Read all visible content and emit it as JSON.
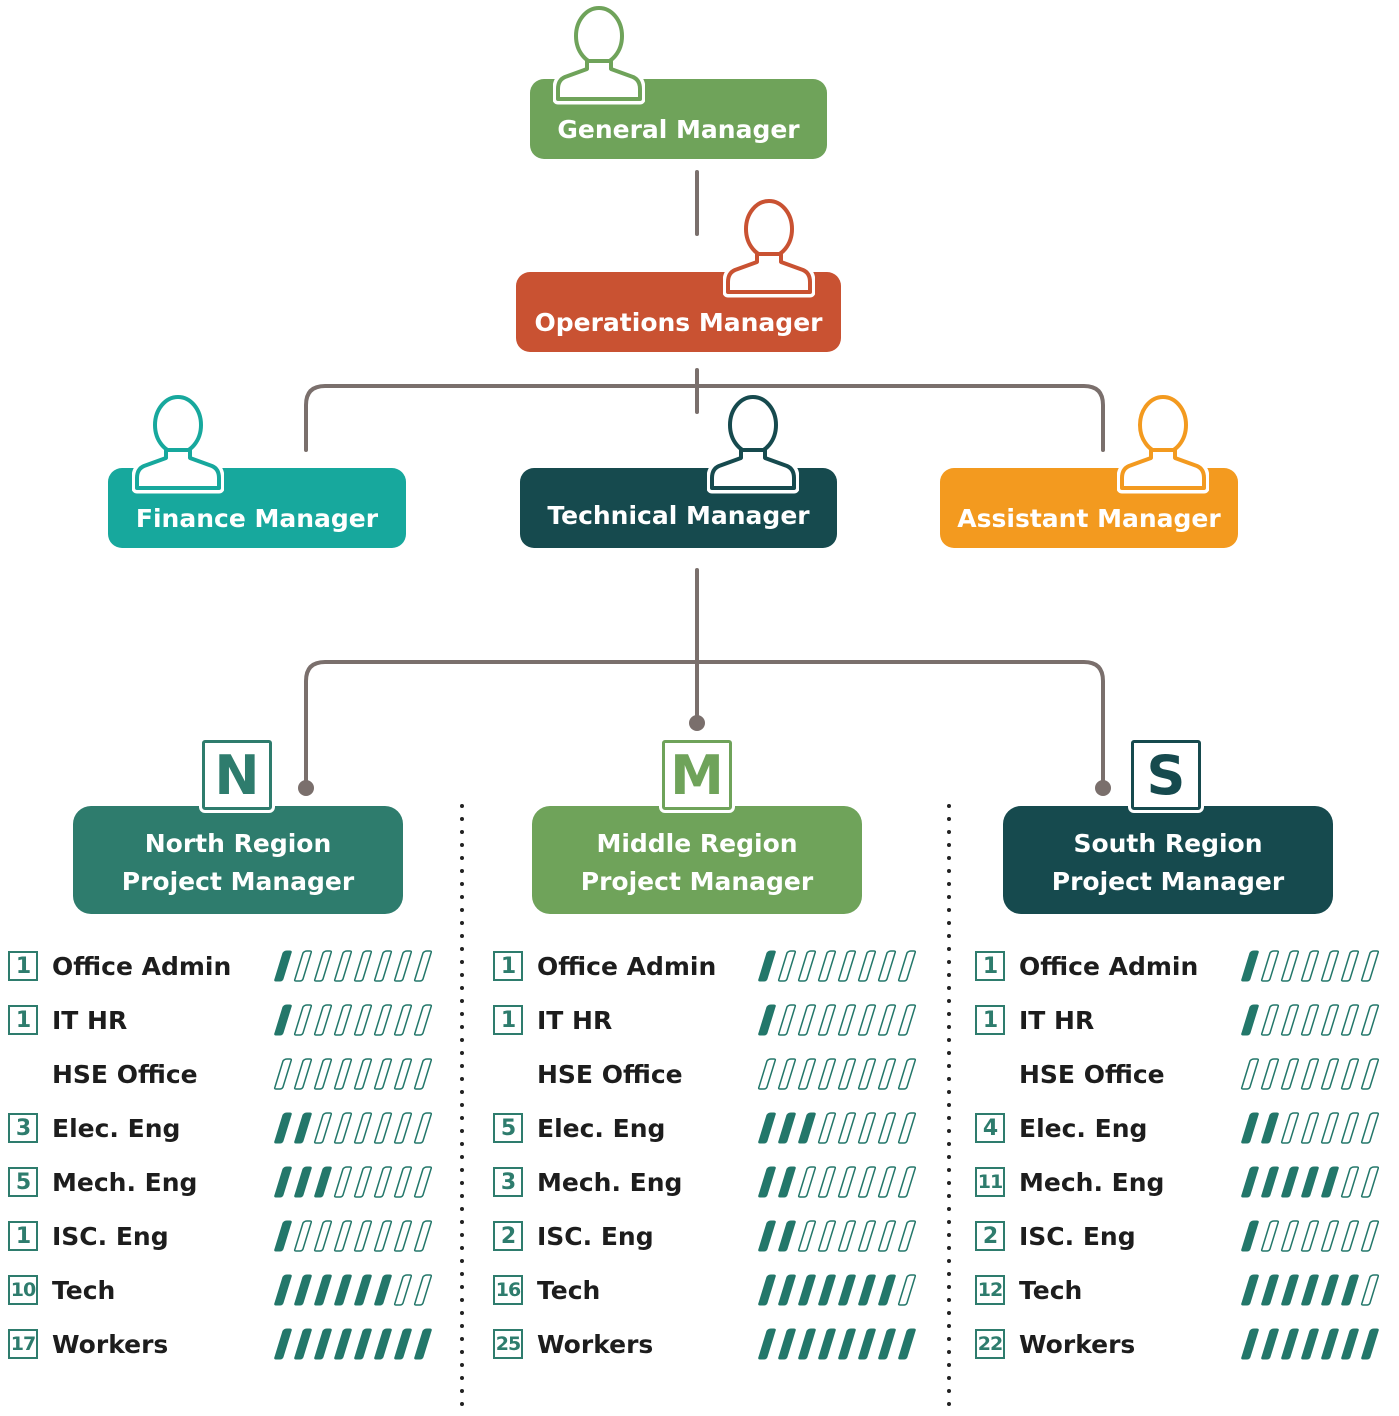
{
  "colors": {
    "connector": "#7a6f6c",
    "bar": "#23776a",
    "general": "#6fa35a",
    "operations": "#c95232",
    "finance": "#17a89d",
    "technical": "#164a4e",
    "assistant": "#f39a1f",
    "north": "#2e7c6d",
    "middle": "#6fa35a",
    "south": "#164a4e"
  },
  "managers": {
    "general": "General Manager",
    "operations": "Operations Manager",
    "finance": "Finance Manager",
    "technical": "Technical Manager",
    "assistant": "Assistant Manager"
  },
  "regions": [
    {
      "key": "north",
      "letter": "N",
      "title_line1": "North Region",
      "title_line2": "Project Manager",
      "slots": 8,
      "staff": [
        {
          "role": "Office Admin",
          "count": "1",
          "filled": 1
        },
        {
          "role": "IT HR",
          "count": "1",
          "filled": 1
        },
        {
          "role": "HSE Office",
          "count": "",
          "filled": 0
        },
        {
          "role": "Elec. Eng",
          "count": "3",
          "filled": 2
        },
        {
          "role": "Mech. Eng",
          "count": "5",
          "filled": 3
        },
        {
          "role": "ISC. Eng",
          "count": "1",
          "filled": 1
        },
        {
          "role": "Tech",
          "count": "10",
          "filled": 6
        },
        {
          "role": "Workers",
          "count": "17",
          "filled": 8
        }
      ]
    },
    {
      "key": "middle",
      "letter": "M",
      "title_line1": "Middle Region",
      "title_line2": "Project Manager",
      "slots": 8,
      "staff": [
        {
          "role": "Office Admin",
          "count": "1",
          "filled": 1
        },
        {
          "role": "IT HR",
          "count": "1",
          "filled": 1
        },
        {
          "role": "HSE Office",
          "count": "",
          "filled": 0
        },
        {
          "role": "Elec. Eng",
          "count": "5",
          "filled": 3
        },
        {
          "role": "Mech. Eng",
          "count": "3",
          "filled": 2
        },
        {
          "role": "ISC. Eng",
          "count": "2",
          "filled": 2
        },
        {
          "role": "Tech",
          "count": "16",
          "filled": 7
        },
        {
          "role": "Workers",
          "count": "25",
          "filled": 8
        }
      ]
    },
    {
      "key": "south",
      "letter": "S",
      "title_line1": "South Region",
      "title_line2": "Project Manager",
      "slots": 7,
      "staff": [
        {
          "role": "Office Admin",
          "count": "1",
          "filled": 1
        },
        {
          "role": "IT HR",
          "count": "1",
          "filled": 1
        },
        {
          "role": "HSE Office",
          "count": "",
          "filled": 0
        },
        {
          "role": "Elec. Eng",
          "count": "4",
          "filled": 2
        },
        {
          "role": "Mech. Eng",
          "count": "11",
          "filled": 5
        },
        {
          "role": "ISC. Eng",
          "count": "2",
          "filled": 1
        },
        {
          "role": "Tech",
          "count": "12",
          "filled": 6
        },
        {
          "role": "Workers",
          "count": "22",
          "filled": 7
        }
      ]
    }
  ]
}
